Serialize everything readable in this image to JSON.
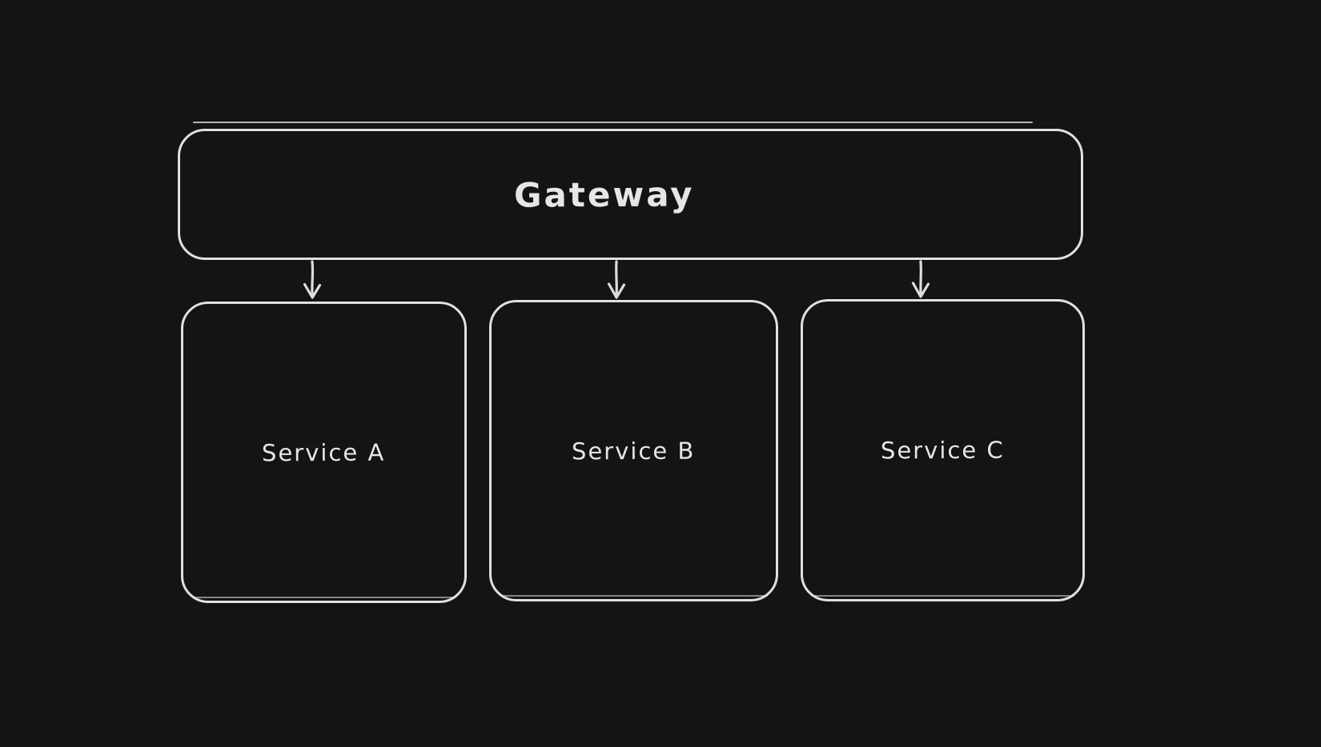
{
  "diagram": {
    "canvas_background": "#141414",
    "stroke_color": "#e0e0e0",
    "text_color": "#e6e6e6",
    "nodes": [
      {
        "id": "gateway",
        "label": "Gateway"
      },
      {
        "id": "service-a",
        "label": "Service A"
      },
      {
        "id": "service-b",
        "label": "Service B"
      },
      {
        "id": "service-c",
        "label": "Service C"
      }
    ],
    "edges": [
      {
        "from": "gateway",
        "to": "service-a",
        "type": "arrow",
        "direction": "down"
      },
      {
        "from": "gateway",
        "to": "service-b",
        "type": "arrow",
        "direction": "down"
      },
      {
        "from": "gateway",
        "to": "service-c",
        "type": "arrow",
        "direction": "down"
      }
    ]
  }
}
